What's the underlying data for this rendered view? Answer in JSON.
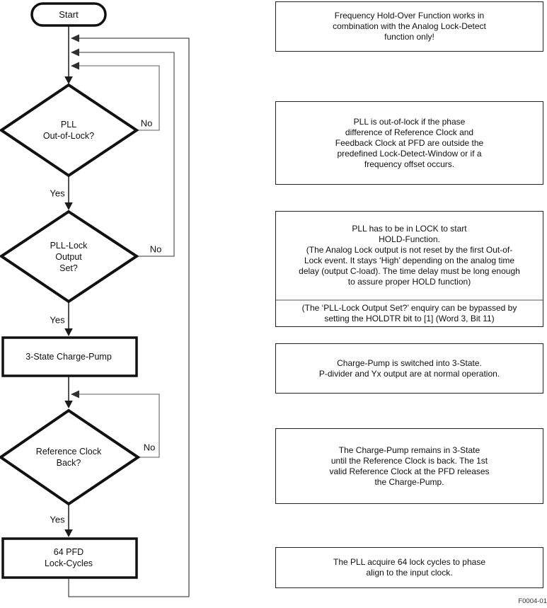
{
  "flowchart": {
    "start_label": "Start",
    "yes_label": "Yes",
    "no_label": "No",
    "nodes": [
      {
        "type": "decision",
        "label": "PLL\nOut-of-Lock?"
      },
      {
        "type": "decision",
        "label": "PLL-Lock\nOutput\nSet?"
      },
      {
        "type": "process",
        "label": "3-State Charge-Pump"
      },
      {
        "type": "decision",
        "label": "Reference Clock\nBack?"
      },
      {
        "type": "process",
        "label": "64 PFD\nLock-Cycles"
      }
    ]
  },
  "annotations": [
    {
      "text": "Frequency Hold-Over Function works in\ncombination with the Analog Lock-Detect\nfunction only!"
    },
    {
      "text": "PLL is out-of-lock if the phase\ndifference of Reference Clock and\nFeedback Clock at PFD are outside the\npredefined Lock-Detect-Window or if a\nfrequency offset occurs."
    },
    {
      "text": "PLL has to be in LOCK to start\nHOLD-Function.\n(The Analog Lock output is not reset by the first Out-of-\nLock event. It stays ‘High’ depending on the analog time\ndelay (output C-load). The time delay must be long enough\nto assure proper HOLD function)",
      "note": "(The ‘PLL-Lock Output Set?’ enquiry can be bypassed by\nsetting the HOLDTR bit to [1] (Word 3, Bit 11)"
    },
    {
      "text": "Charge-Pump is switched into 3-State.\nP-divider and Yx output are at normal operation."
    },
    {
      "text": "The Charge-Pump remains in 3-State\nuntil the Reference Clock is back. The 1st\nvalid Reference Clock at the PFD releases\nthe Charge-Pump."
    },
    {
      "text": "The PLL acquire 64 lock cycles to phase\nalign to the input clock."
    }
  ],
  "footer": "F0004-01",
  "colors": {
    "shape_stroke": "#111111",
    "main_line": "#1a1a1a",
    "feedback_line_dark": "#4f4f4f",
    "feedback_line_mid": "#606060",
    "feedback_line_light": "#7d7d7d",
    "divider_gray": "#aaaaaa"
  }
}
